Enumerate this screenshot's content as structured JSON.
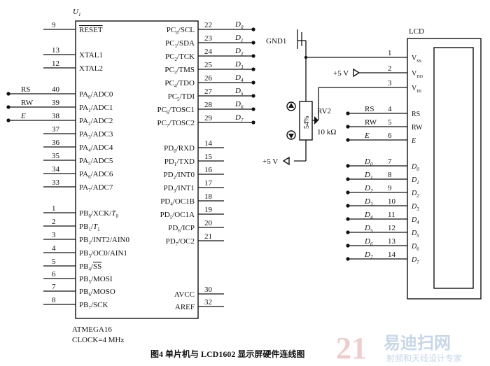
{
  "mcu": {
    "ref": "U",
    "ref_sub": "1",
    "part": "ATMEGA16",
    "clock": "CLOCK=4 MHz",
    "left_pins": [
      {
        "no": "9",
        "name": "RESET",
        "ext": ""
      },
      {
        "no": "13",
        "name": "XTAL1",
        "ext": ""
      },
      {
        "no": "12",
        "name": "XTAL2",
        "ext": ""
      },
      {
        "no": "40",
        "name": "PA0/ADC0",
        "ext": "RS"
      },
      {
        "no": "39",
        "name": "PA1/ADC1",
        "ext": "RW"
      },
      {
        "no": "38",
        "name": "PA2/ADC2",
        "ext": "E"
      },
      {
        "no": "37",
        "name": "PA3/ADC3",
        "ext": ""
      },
      {
        "no": "36",
        "name": "PA4/ADC4",
        "ext": ""
      },
      {
        "no": "35",
        "name": "PA5/ADC5",
        "ext": ""
      },
      {
        "no": "34",
        "name": "PA6/ADC6",
        "ext": ""
      },
      {
        "no": "33",
        "name": "PA7/ADC7",
        "ext": ""
      },
      {
        "no": "1",
        "name": "PB0/XCK/T0",
        "ext": ""
      },
      {
        "no": "2",
        "name": "PB1/T1",
        "ext": ""
      },
      {
        "no": "3",
        "name": "PB2/INT2/AIN0",
        "ext": ""
      },
      {
        "no": "4",
        "name": "PB3/OC0/AIN1",
        "ext": ""
      },
      {
        "no": "5",
        "name": "PB4/SS",
        "ext": ""
      },
      {
        "no": "6",
        "name": "PB5/MOSI",
        "ext": ""
      },
      {
        "no": "7",
        "name": "PB6/MOSO",
        "ext": ""
      },
      {
        "no": "8",
        "name": "PB7/SCK",
        "ext": ""
      }
    ],
    "right_pins": [
      {
        "no": "22",
        "name": "PC0/SCL",
        "ext": "D0"
      },
      {
        "no": "23",
        "name": "PC1/SDA",
        "ext": "D1"
      },
      {
        "no": "24",
        "name": "PC2/TCK",
        "ext": "D2"
      },
      {
        "no": "25",
        "name": "PC3/TMS",
        "ext": "D3"
      },
      {
        "no": "26",
        "name": "PC4/TDO",
        "ext": "D4"
      },
      {
        "no": "27",
        "name": "PC5/TDI",
        "ext": "D5"
      },
      {
        "no": "28",
        "name": "PC6/TOSC1",
        "ext": "D6"
      },
      {
        "no": "29",
        "name": "PC7/TOSC2",
        "ext": "D7"
      },
      {
        "no": "14",
        "name": "PD0/RXD",
        "ext": ""
      },
      {
        "no": "15",
        "name": "PD1/TXD",
        "ext": ""
      },
      {
        "no": "16",
        "name": "PD2/INT0",
        "ext": ""
      },
      {
        "no": "17",
        "name": "PD3/INT1",
        "ext": ""
      },
      {
        "no": "18",
        "name": "PD4/OC1B",
        "ext": ""
      },
      {
        "no": "19",
        "name": "PD5/OC1A",
        "ext": ""
      },
      {
        "no": "20",
        "name": "PD6/ICP",
        "ext": ""
      },
      {
        "no": "21",
        "name": "PD7/OC2",
        "ext": ""
      },
      {
        "no": "30",
        "name": "AVCC",
        "ext": ""
      },
      {
        "no": "32",
        "name": "AREF",
        "ext": ""
      }
    ]
  },
  "lcd": {
    "label": "LCD",
    "pins": [
      {
        "no": "1",
        "name": "VSS",
        "ext": "GND1"
      },
      {
        "no": "2",
        "name": "VDD",
        "ext": "+5 V"
      },
      {
        "no": "3",
        "name": "VEE",
        "ext": ""
      },
      {
        "no": "4",
        "name": "RS",
        "ext": "RS"
      },
      {
        "no": "5",
        "name": "RW",
        "ext": "RW"
      },
      {
        "no": "6",
        "name": "E",
        "ext": "E"
      },
      {
        "no": "7",
        "name": "D0",
        "ext": "D0"
      },
      {
        "no": "8",
        "name": "D1",
        "ext": "D1"
      },
      {
        "no": "9",
        "name": "D2",
        "ext": "D2"
      },
      {
        "no": "10",
        "name": "D3",
        "ext": "D3"
      },
      {
        "no": "11",
        "name": "D4",
        "ext": "D4"
      },
      {
        "no": "12",
        "name": "D5",
        "ext": "D5"
      },
      {
        "no": "13",
        "name": "D6",
        "ext": "D6"
      },
      {
        "no": "14",
        "name": "D7",
        "ext": "D7"
      }
    ]
  },
  "pot": {
    "ref": "RV2",
    "value": "10 kΩ",
    "setting": "54%",
    "supply": "+5 V"
  },
  "caption": "图4   单片机与 LCD1602 显示屏硬件连线图",
  "watermark": {
    "num": "21",
    "cn": "易迪扫网",
    "sub": "射频和天线设计专家"
  }
}
